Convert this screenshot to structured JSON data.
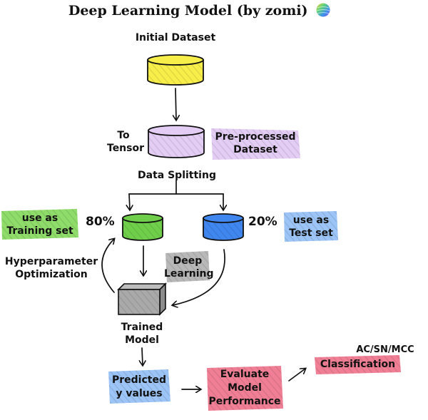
{
  "title": "Deep Learning Model (by zomi)",
  "icon": "planet-emoji-icon",
  "nodes": {
    "initial_dataset": "Initial Dataset",
    "to_tensor": [
      "To",
      "Tensor"
    ],
    "preprocessed": [
      "Pre-processed",
      "Dataset"
    ],
    "data_splitting": "Data Splitting",
    "train_percent": "80%",
    "test_percent": "20%",
    "training_set": [
      "use as",
      "Training set"
    ],
    "test_set": [
      "use as",
      "Test set"
    ],
    "hyperparameter": [
      "Hyperparameter",
      "Optimization"
    ],
    "deep_learning": [
      "Deep",
      "Learning"
    ],
    "trained_model": [
      "Trained",
      "Model"
    ],
    "predicted": [
      "Predicted",
      "y values"
    ],
    "evaluate": [
      "Evaluate",
      "Model",
      "Performance"
    ],
    "metrics": "AC/SN/MCC",
    "classification": "Classification"
  },
  "colors": {
    "yellow": "#f7ee4a",
    "purple": "#dcc4f0",
    "purple_fill": "#e3cdf4",
    "green": "#6fcf4a",
    "green_hl": "#8fdc6a",
    "blue": "#3f86ef",
    "blue_hl": "#9cc4f6",
    "gray": "#a9a9a9",
    "pink": "#f07f95",
    "stroke": "#111111"
  }
}
